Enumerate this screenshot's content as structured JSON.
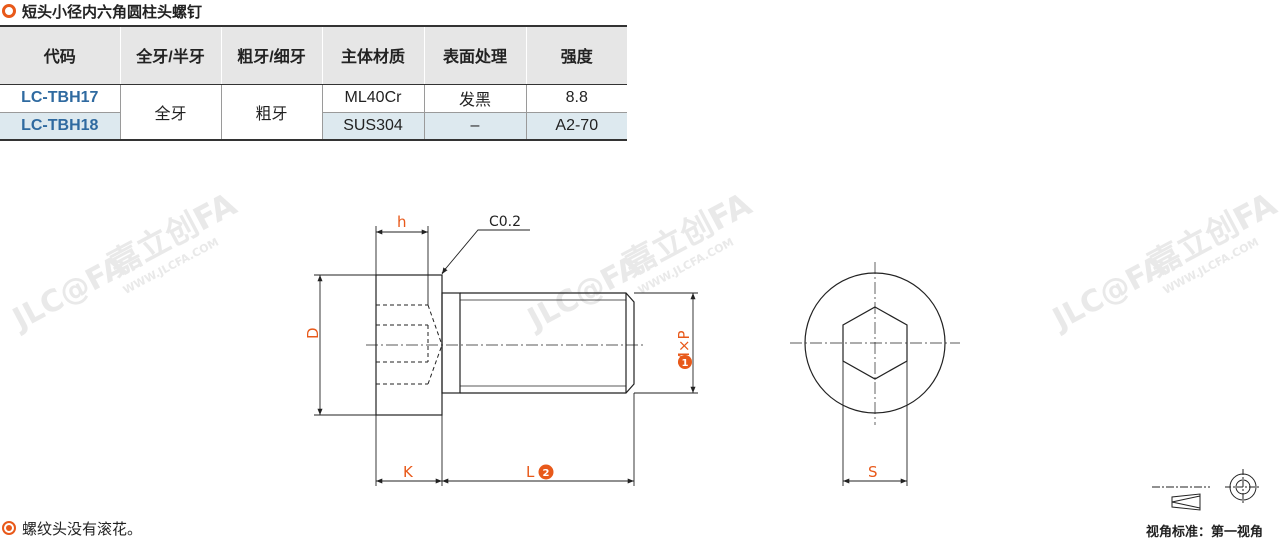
{
  "title": "短头小径内六角圆柱头螺钉",
  "table": {
    "headers": [
      "代码",
      "全牙/半牙",
      "粗牙/细牙",
      "主体材质",
      "表面处理",
      "强度"
    ],
    "rows": [
      {
        "code": "LC-TBH17",
        "thread_type": "全牙",
        "pitch": "粗牙",
        "material": "ML40Cr",
        "surface": "发黑",
        "strength": "8.8"
      },
      {
        "code": "LC-TBH18",
        "thread_type": "全牙",
        "pitch": "粗牙",
        "material": "SUS304",
        "surface": "–",
        "strength": "A2-70"
      }
    ]
  },
  "drawing": {
    "dim_h": "h",
    "chamfer": "C0.2",
    "dim_D": "D",
    "dim_MxP": "M×P",
    "dim_K": "K",
    "dim_L": "L",
    "dim_S": "S",
    "marker_1": "1",
    "marker_2": "2",
    "watermark_brand": "JLC@FA",
    "watermark_cn": "嘉立创FA",
    "watermark_url": "WWW.JLCFA.COM"
  },
  "footnote": "螺纹头没有滚花。",
  "view_standard": "视角标准：第一视角",
  "colors": {
    "accent": "#e8591a",
    "code_blue": "#2f6aa0",
    "row_alt": "#dde9ef",
    "header_bg": "#e6e6e6"
  }
}
